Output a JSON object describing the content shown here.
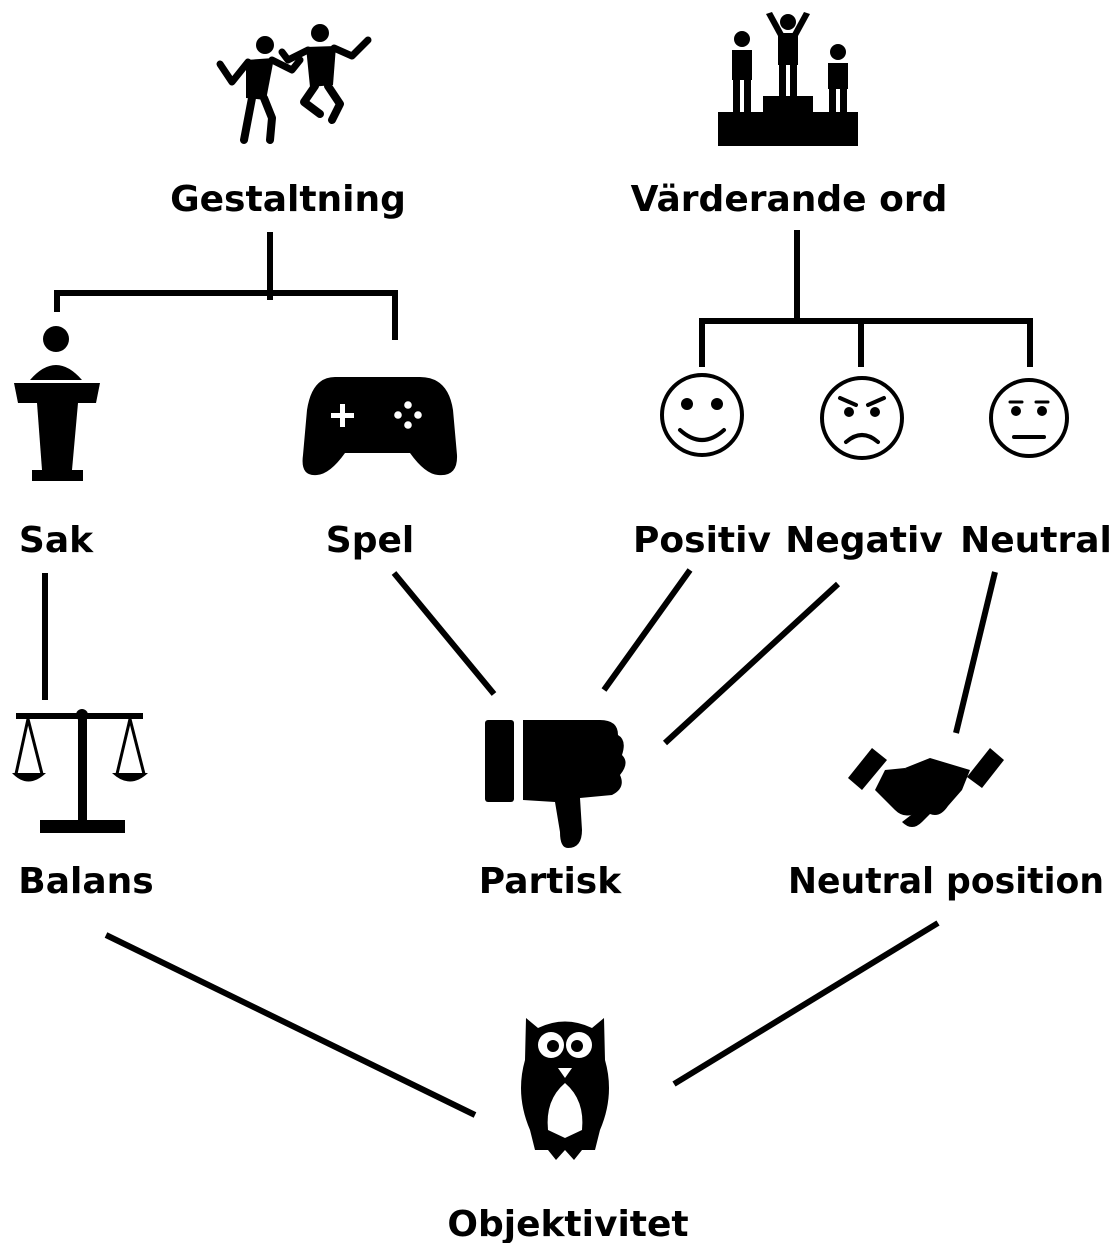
{
  "nodes": {
    "gestaltning": "Gestaltning",
    "varderande_ord": "Värderande ord",
    "sak": "Sak",
    "spel": "Spel",
    "positiv": "Positiv",
    "negativ": "Negativ",
    "neutral": "Neutral",
    "balans": "Balans",
    "partisk": "Partisk",
    "neutral_position": "Neutral position",
    "objektivitet": "Objektivitet"
  },
  "icons": {
    "gestaltning": "dancing-people-icon",
    "varderande_ord": "podium-winners-icon",
    "sak": "speaker-podium-icon",
    "spel": "game-controller-icon",
    "positiv": "smiley-face-icon",
    "negativ": "angry-face-icon",
    "neutral": "neutral-face-icon",
    "balans": "balance-scale-icon",
    "partisk": "thumbs-down-icon",
    "neutral_position": "handshake-icon",
    "objektivitet": "owl-icon"
  },
  "colors": {
    "ink": "#000000",
    "background": "#ffffff"
  }
}
